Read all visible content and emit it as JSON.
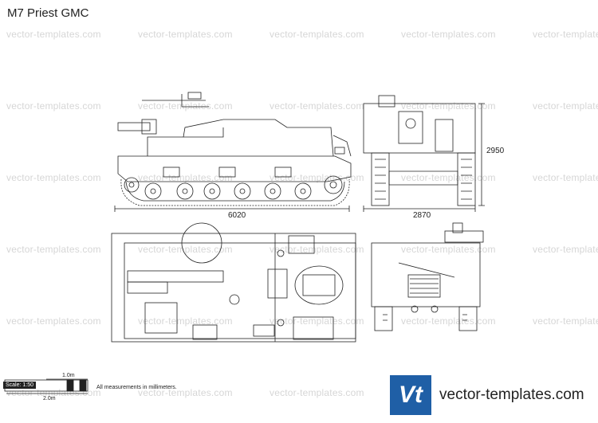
{
  "title": "M7 Priest GMC",
  "watermark": "vector-templates.com",
  "dimensions": {
    "length": "6020",
    "width": "2870",
    "height": "2950"
  },
  "scale": {
    "label": "Scale: 1:50",
    "tick1": "1.0m",
    "tick2": "2.0m"
  },
  "note": "All measurements in millimeters.",
  "logo": {
    "mark": "Vt",
    "site": "vector-templates.com"
  },
  "colors": {
    "line": "#222222",
    "watermark": "#d6d6d6",
    "brand": "#1f5fa6"
  }
}
